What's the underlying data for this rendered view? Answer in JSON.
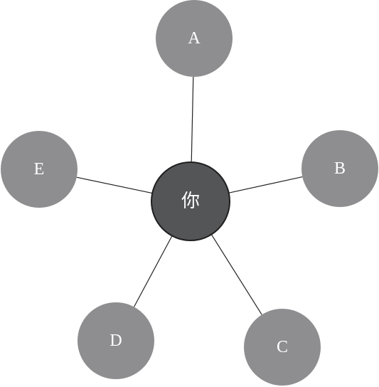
{
  "diagram": {
    "center": {
      "id": "you",
      "label": "你",
      "color": "#545557"
    },
    "nodes": [
      {
        "id": "a",
        "label": "A",
        "color": "#8e8e90"
      },
      {
        "id": "b",
        "label": "B",
        "color": "#8e8e90"
      },
      {
        "id": "c",
        "label": "C",
        "color": "#8e8e90"
      },
      {
        "id": "d",
        "label": "D",
        "color": "#8e8e90"
      },
      {
        "id": "e",
        "label": "E",
        "color": "#8e8e90"
      }
    ],
    "edges": [
      {
        "from": "you",
        "to": "a"
      },
      {
        "from": "you",
        "to": "b"
      },
      {
        "from": "you",
        "to": "c"
      },
      {
        "from": "you",
        "to": "d"
      },
      {
        "from": "you",
        "to": "e"
      }
    ]
  }
}
